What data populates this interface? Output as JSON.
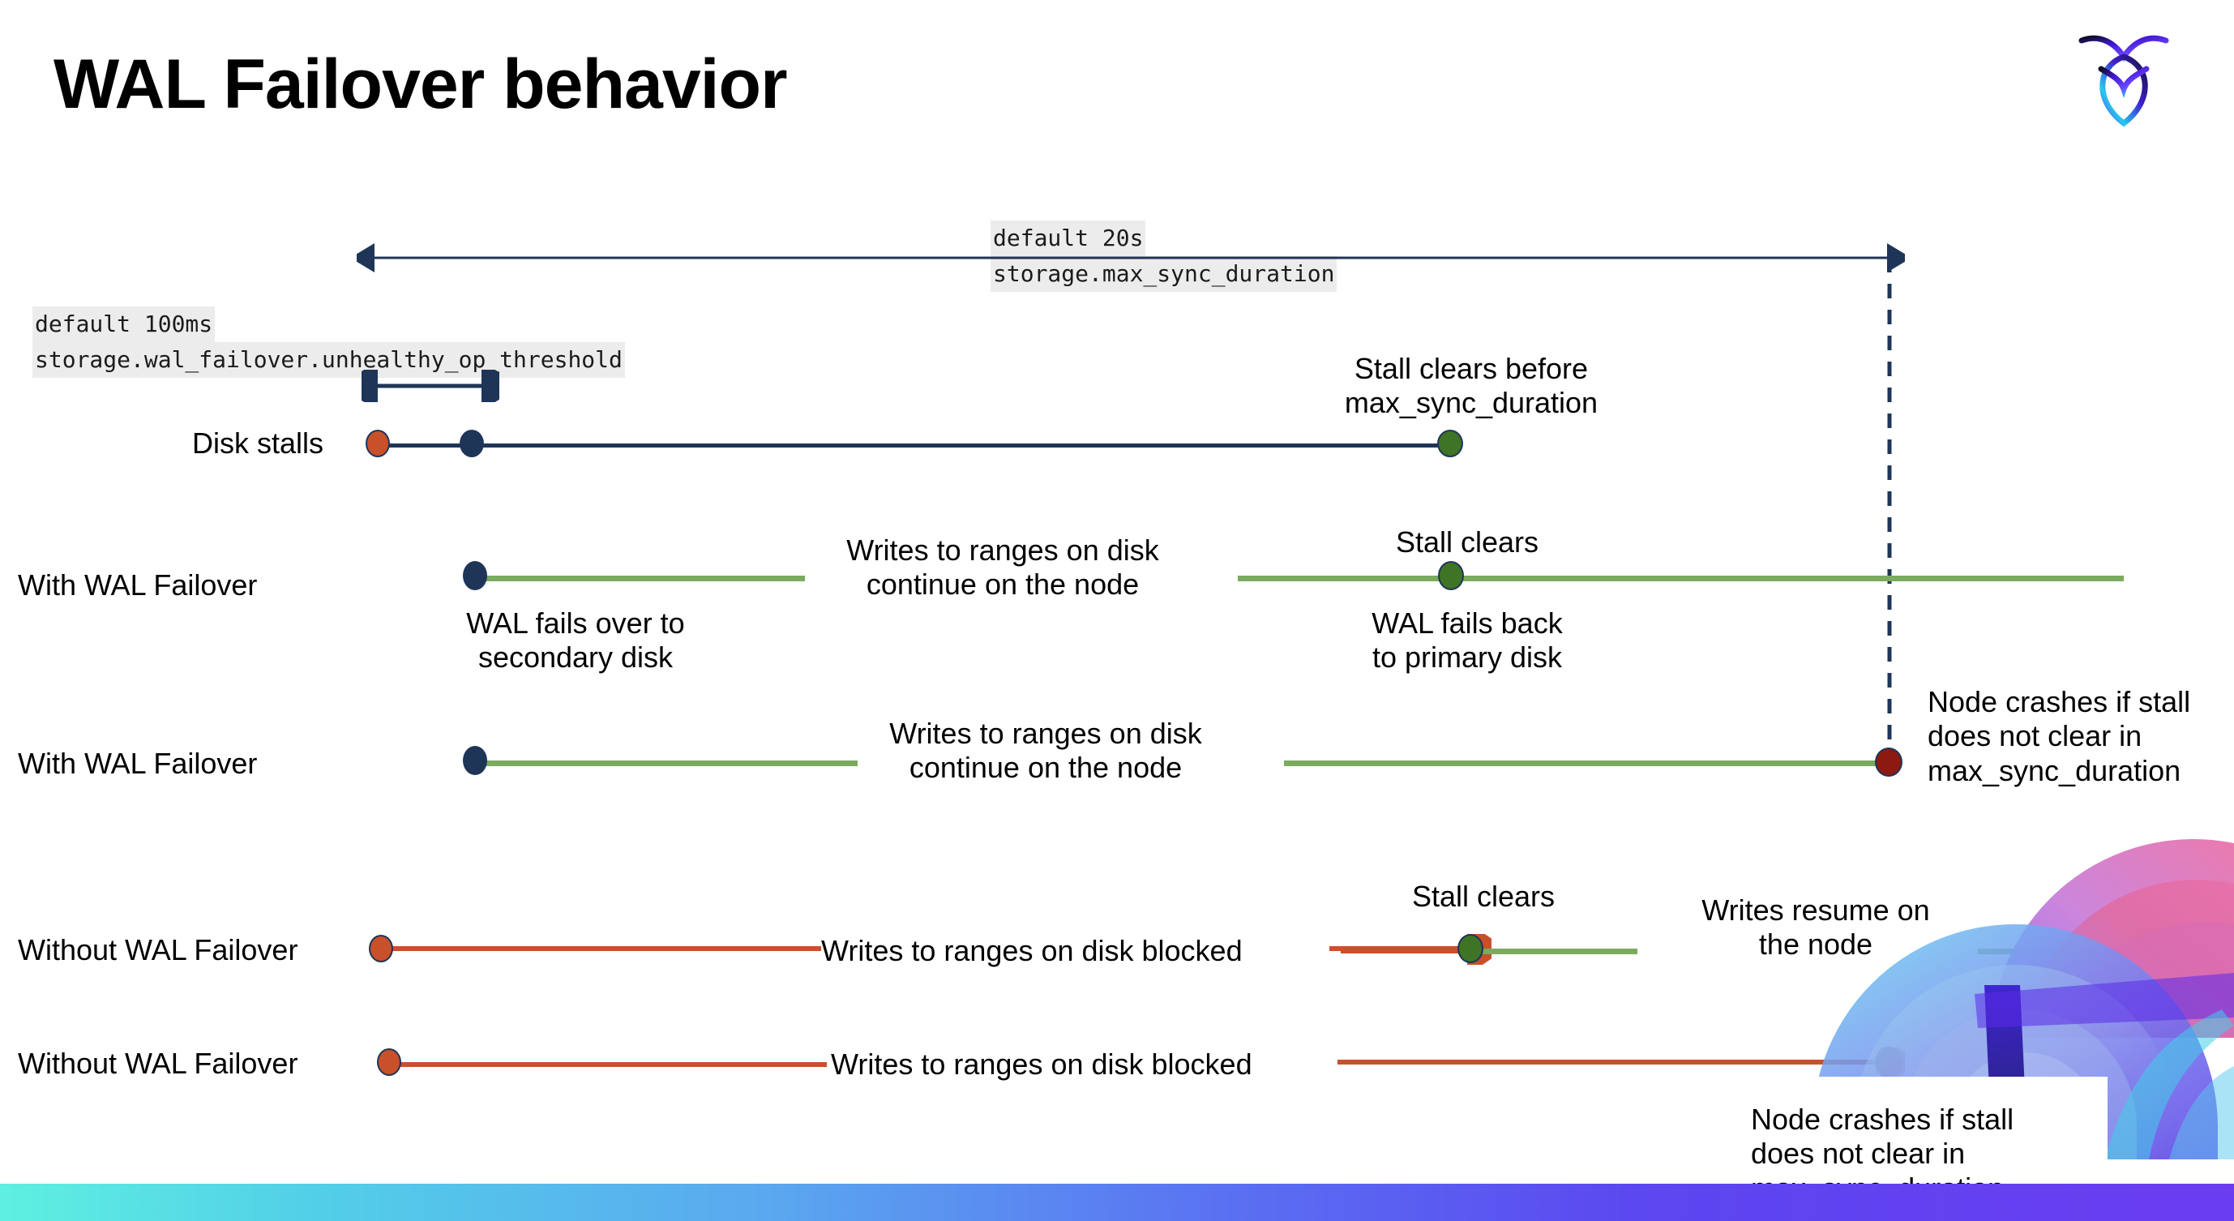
{
  "slide": {
    "title": "WAL Failover behavior",
    "logo_name": "cockroachdb-logo"
  },
  "callouts": {
    "max_sync": {
      "line1": "default 20s",
      "line2": "storage.max_sync_duration"
    },
    "unhealthy_op": {
      "line1": "default 100ms",
      "line2": "storage.wal_failover.unhealthy_op_threshold"
    }
  },
  "rows": [
    {
      "label": "Disk stalls",
      "notes": [
        "Stall clears before\nmax_sync_duration"
      ]
    },
    {
      "label": "With WAL Failover",
      "notes": [
        "Writes to ranges on disk\ncontinue on the node",
        "Stall clears",
        "WAL fails over to\nsecondary disk",
        "WAL fails  back\nto primary disk"
      ]
    },
    {
      "label": "With WAL Failover",
      "notes": [
        "Writes to ranges on disk\ncontinue on the node",
        "Node crashes if stall\ndoes not clear in\nmax_sync_duration"
      ]
    },
    {
      "label": "Without WAL Failover",
      "notes": [
        "Writes to ranges on disk  blocked",
        "Stall clears",
        "Writes resume on\nthe node"
      ]
    },
    {
      "label": "Without WAL Failover",
      "notes": [
        "Writes to ranges on disk  blocked",
        "Node crashes if stall\ndoes not clear in\nmax_sync_duration"
      ]
    }
  ],
  "colors": {
    "navy": "#1f3558",
    "green_line": "#7aab5e",
    "red_line": "#c8502b",
    "dot_red": "#c8502b",
    "dot_navy": "#1f3558",
    "dot_green": "#3f7326",
    "dot_darkred": "#8c1a10",
    "code_bg": "#ececec"
  }
}
